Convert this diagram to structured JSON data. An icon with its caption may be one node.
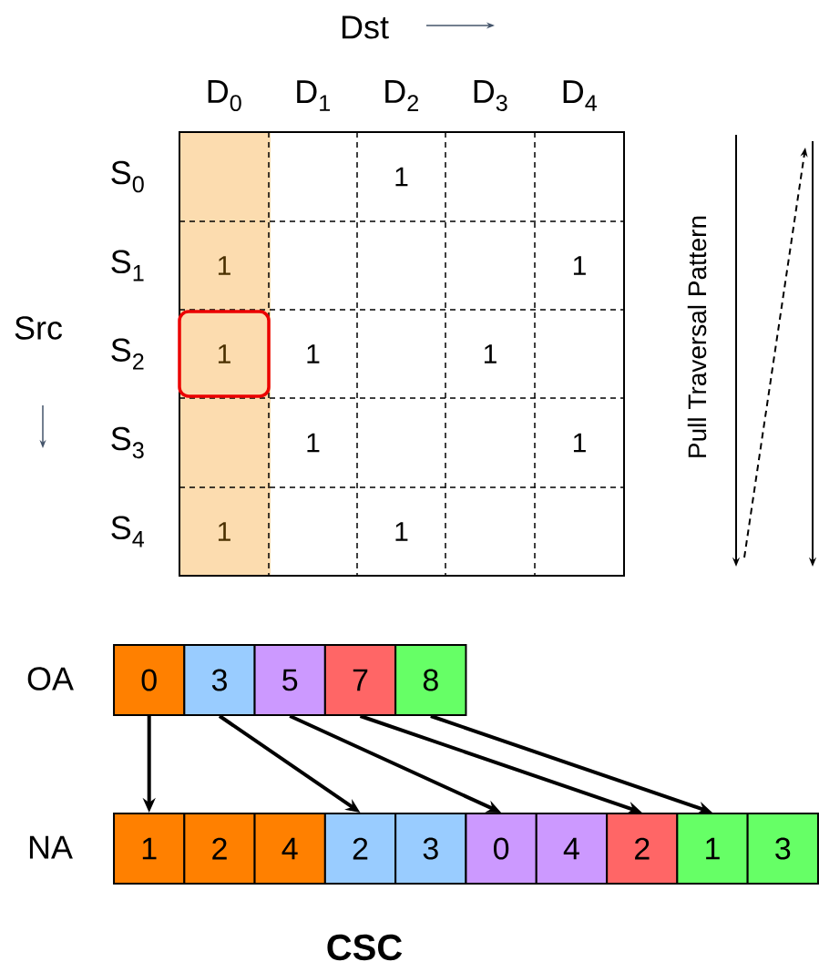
{
  "diagram": {
    "caption": "CSC",
    "nodes": [
      {
        "text": [
          "1"
        ]
      },
      {
        "text": [
          "0"
        ]
      },
      {
        "text": [
          "3"
        ]
      },
      {
        "text": [
          "5"
        ]
      },
      {
        "text": [
          "7"
        ]
      },
      {
        "text": [
          "8"
        ]
      },
      {
        "text": [
          "1"
        ]
      },
      {
        "text": [
          "2"
        ]
      },
      {
        "text": [
          "4"
        ]
      },
      {
        "text": [
          "2"
        ]
      },
      {
        "text": [
          "3"
        ]
      },
      {
        "text": [
          "0"
        ]
      },
      {
        "text": [
          "4"
        ]
      },
      {
        "text": [
          "2"
        ]
      },
      {
        "text": [
          "1"
        ]
      },
      {
        "text": [
          "3"
        ]
      }
    ],
    "edges": [
      {
        "from": 1,
        "to": 6,
        "arrow": "to"
      },
      {
        "from": 2,
        "to": 9,
        "arrow": "to"
      },
      {
        "from": 3,
        "to": 11,
        "arrow": "to"
      },
      {
        "from": 4,
        "to": 13,
        "arrow": "to"
      },
      {
        "from": 5,
        "to": 14,
        "arrow": "to"
      }
    ],
    "labels": [
      "Dst",
      "D$_{0}$",
      "D$_{1}$",
      "D$_{2}$",
      "D$_{3}$",
      "D$_{4}$",
      "S$_{0}$",
      "1",
      "S$_{1}$",
      "1",
      "1",
      "Src",
      "S$_{2}$",
      "1",
      "1",
      "S$_{3}$",
      "1",
      "1",
      "S$_{4}$",
      "1",
      "1",
      "Pull Traversal Pattern",
      "OA",
      "NA"
    ]
  }
}
